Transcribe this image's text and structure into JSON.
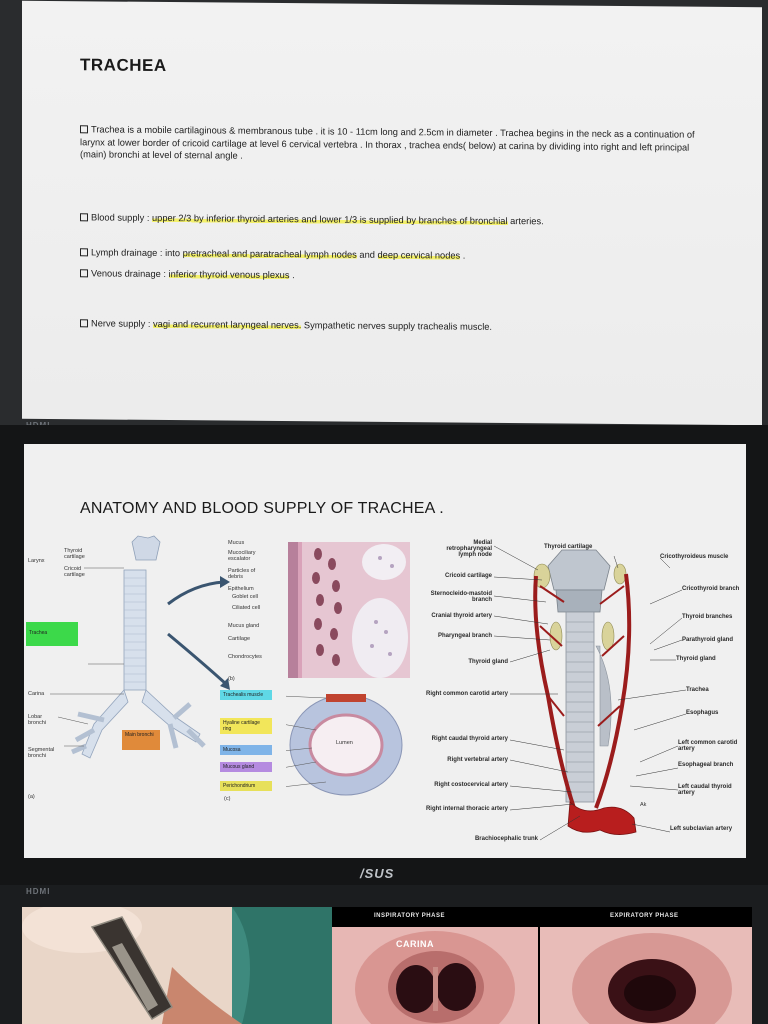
{
  "slide1": {
    "title": "TRACHEA",
    "p1": "Trachea is a mobile cartilaginous & membranous tube . it is 10 - 11cm long and 2.5cm in diameter . Trachea begins in the neck as a continuation of larynx at lower border of cricoid cartilage at level 6 cervical vertebra . In thorax , trachea ends( below) at carina by dividing into right and left  principal (main) bronchi at level of sternal angle .",
    "p2_lead": "Blood supply : ",
    "p2_hl": "upper 2/3 by inferior thyroid arteries  and  lower 1/3 is supplied by branches of bronchial",
    "p2_tail": " arteries.",
    "p3_lead": "Lymph drainage : into ",
    "p3_hl": "pretracheal and paratracheal lymph nodes",
    "p3_mid": " and ",
    "p3_hl2": "deep cervical nodes",
    "p3_tail": " .",
    "p4_lead": "Venous drainage : ",
    "p4_hl": "inferior thyroid venous plexus",
    "p4_tail": " .",
    "p5_lead": "Nerve supply : ",
    "p5_hl": "vagi and recurrent laryngeal nerves.",
    "p5_tail": " Sympathetic nerves supply  trachealis muscle."
  },
  "monitor": {
    "hdmi": "HDMI",
    "brand": "/SUS"
  },
  "slide2": {
    "title": "ANATOMY AND BLOOD SUPPLY OF TRACHEA .",
    "left_labels": {
      "larynx": "Larynx",
      "thyroid_cartilage": "Thyroid cartilage",
      "cricoid_cartilage": "Cricoid cartilage",
      "trachea": "Trachea",
      "carina": "Carina",
      "lobar": "Lobar bronchi",
      "segmental": "Segmental bronchi",
      "main": "Main bronchi",
      "a": "(a)"
    },
    "histo_labels": {
      "mucus": "Mucus",
      "mucociliary": "Mucociliary escalator",
      "particles": "Particles of debris",
      "epithelium": "Epithelium",
      "goblet": "Goblet cell",
      "ciliated": "Ciliated cell",
      "mucus_gland": "Mucus gland",
      "cartilage": "Cartilage",
      "chondrocytes": "Chondrocytes",
      "b": "(b)",
      "c": "(c)"
    },
    "cross_tags": {
      "trachealis": "Trachealis muscle",
      "hyaline": "Hyaline cartilage ring",
      "mucosa": "Mucosa",
      "mucous_gland": "Mucous gland",
      "perichondrium": "Perichondrium",
      "lumen": "Lumen"
    },
    "vessel_left": {
      "medial": "Medial retropharyngeal lymph node",
      "cricoid": "Cricoid cartilage",
      "sterno": "Sternocleido-mastoid branch",
      "cranial": "Cranial thyroid artery",
      "pharyngeal": "Pharyngeal branch",
      "thyroid_gland": "Thyroid gland",
      "rcc": "Right common carotid artery",
      "rcaudal": "Right caudal thyroid artery",
      "rvert": "Right vertebral artery",
      "rcosto": "Right costocervical artery",
      "rint": "Right internal thoracic artery",
      "brachio": "Brachiocephalic trunk"
    },
    "vessel_right": {
      "thyroid_cart": "Thyroid cartilage",
      "crico_muscle": "Cricothyroideus muscle",
      "crico_branch": "Cricothyroid branch",
      "thyroid_branches": "Thyroid branches",
      "parathyroid": "Parathyroid gland",
      "thyroid_gland": "Thyroid gland",
      "trachea": "Trachea",
      "esophagus": "Esophagus",
      "lcc": "Left common carotid artery",
      "esoph_branch": "Esophageal branch",
      "lcaudal": "Left caudal thyroid artery",
      "lsub": "Left subclavian artery",
      "ak": "Ak"
    }
  },
  "slide3": {
    "insp": "INSPIRATORY PHASE",
    "exp": "EXPIRATORY PHASE",
    "carina": "CARINA"
  },
  "colors": {
    "highlight": "#f3f06a",
    "trachea_tag": "#3cd94a",
    "main_bronchi": "#e08a3a",
    "artery": "#9b1c1c"
  }
}
